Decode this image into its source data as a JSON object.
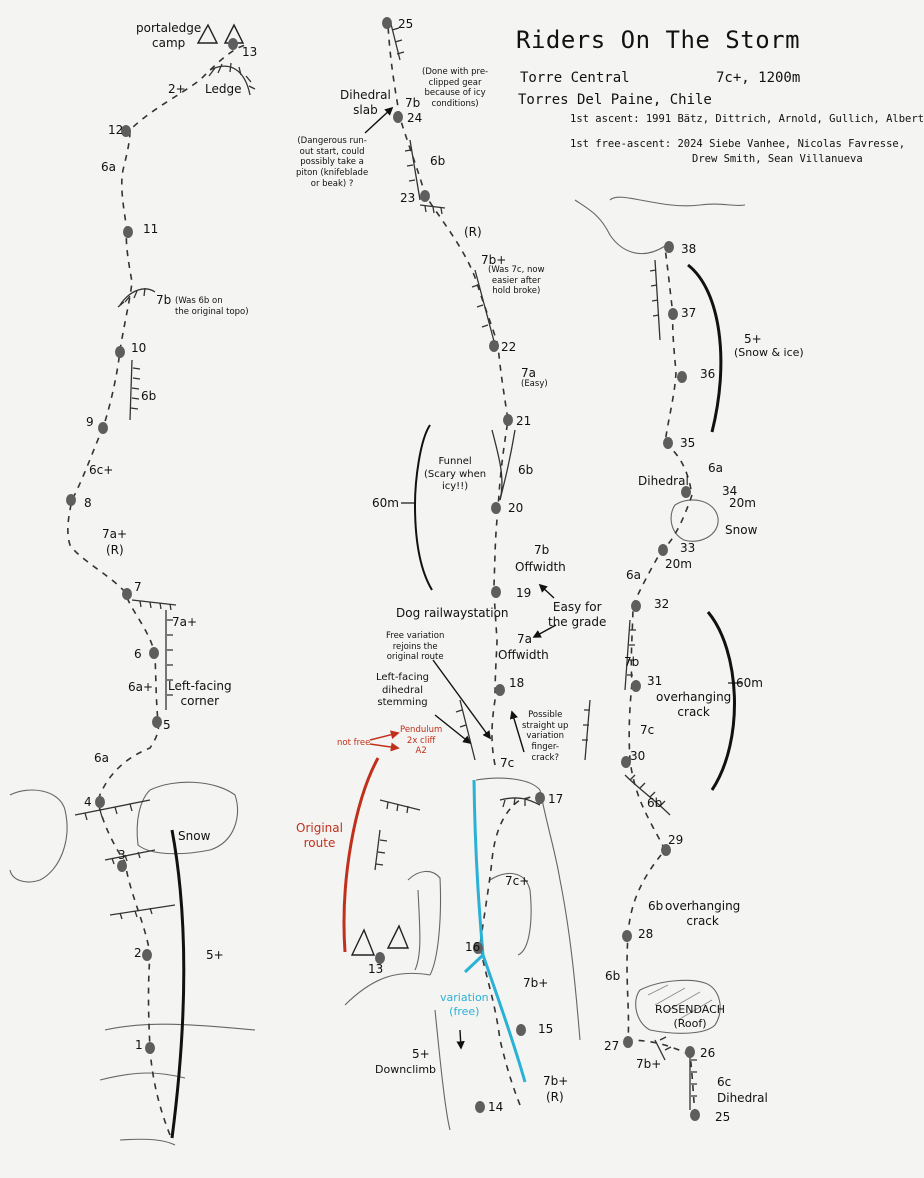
{
  "header": {
    "title": "Riders On The Storm",
    "peak": "Torre Central",
    "grade_length": "7c+, 1200m",
    "region": "Torres Del Paine, Chile",
    "first_ascent": "1st ascent: 1991 Bätz, Dittrich, Arnold, Gullich, Albert",
    "first_free_line1": "1st free-ascent: 2024 Siebe Vanhee, Nicolas Favresse,",
    "first_free_line2": "Drew Smith, Sean Villanueva"
  },
  "colors": {
    "ink": "#1a1a1a",
    "pencil": "#555555",
    "original_route": "#c0301c",
    "variation": "#2ab2d6",
    "paper": "#f4f4f2"
  },
  "belays": {
    "b1": "1",
    "b2": "2",
    "b3": "3",
    "b4": "4",
    "b5": "5",
    "b6": "6",
    "b7": "7",
    "b8": "8",
    "b9": "9",
    "b10": "10",
    "b11": "11",
    "b12": "12",
    "b13a": "13",
    "b13b": "13",
    "b14": "14",
    "b15": "15",
    "b16": "16",
    "b17": "17",
    "b18": "18",
    "b19": "19",
    "b20": "20",
    "b21": "21",
    "b22": "22",
    "b23": "23",
    "b24": "24",
    "b25a": "25",
    "b25b": "25",
    "b26": "26",
    "b27": "27",
    "b28": "28",
    "b29": "29",
    "b30": "30",
    "b31": "31",
    "b32": "32",
    "b33": "33",
    "b34": "34",
    "b35": "35",
    "b36": "36",
    "b37": "37",
    "b38": "38"
  },
  "pitches": {
    "p1": "5+",
    "p2": "6a",
    "p3": "6a+",
    "p4": "7a+",
    "p5": "7a+",
    "p5b": "(R)",
    "p6": "6c+",
    "p7": "6b",
    "p8": "7b",
    "p9": "6a",
    "p10": "2+",
    "p13": "5+",
    "p14": "7b+",
    "p14b": "(R)",
    "p15": "7b+",
    "p16": "7c+",
    "p17": "7c",
    "p18": "7a",
    "p18b": "Offwidth",
    "p19": "7b",
    "p19b": "Offwidth",
    "p20": "6b",
    "p21": "7a",
    "p21b": "(Easy)",
    "p22": "7b+",
    "p22r": "(R)",
    "p23": "6b",
    "p24": "7b",
    "p25": "6c",
    "p26": "7b+",
    "p27": "6b",
    "p28": "6b",
    "p29": "6b",
    "p30": "7c",
    "p31": "7b",
    "p32": "6a",
    "p33": "20m",
    "p34": "6a",
    "p34b": "20m",
    "p35": "5+"
  },
  "notes": {
    "portaledge": "portaledge\ncamp",
    "ledge": "Ledge",
    "snow_left": "Snow",
    "left_facing_corner": "Left-facing\ncorner",
    "was6b": "(Was 6b on\nthe original topo)",
    "dihedral_slab": "Dihedral\nslab",
    "precl": "(Done with pre-\nclipped gear\nbecause of icy\nconditions)",
    "runout": "(Dangerous run-\nout start, could\npossibly take a\npiton (knifeblade\nor beak) ?",
    "was7c": "(Was 7c, now\neasier after\nhold broke)",
    "funnel": "Funnel\n(Scary when\nicy!!)",
    "sixty_left": "60m",
    "dog": "Dog railwaystation",
    "easy_grade": "Easy for\nthe grade",
    "free_var": "Free variation\nrejoins the\noriginal route",
    "lf_dihedral": "Left-facing\ndihedral\nstemming",
    "possible": "Possible\nstraight up\nvariation\nfinger-\ncrack?",
    "pendulum": "Pendulum\n2x cliff\nA2",
    "not_free": "not free",
    "original_route": "Original\nroute",
    "variation_free": "variation\n(free)",
    "downclimb": "Downclimb",
    "snow_ice": "(Snow & ice)",
    "dihedral_right": "Dihedral",
    "snow_right": "Snow",
    "overhanging_crack1": "overhanging\ncrack",
    "sixty_right": "60m",
    "overhanging_crack2": "overhanging\ncrack",
    "rosendach": "ROSENDACH\n(Roof)",
    "dihedral_bottom": "Dihedral"
  }
}
